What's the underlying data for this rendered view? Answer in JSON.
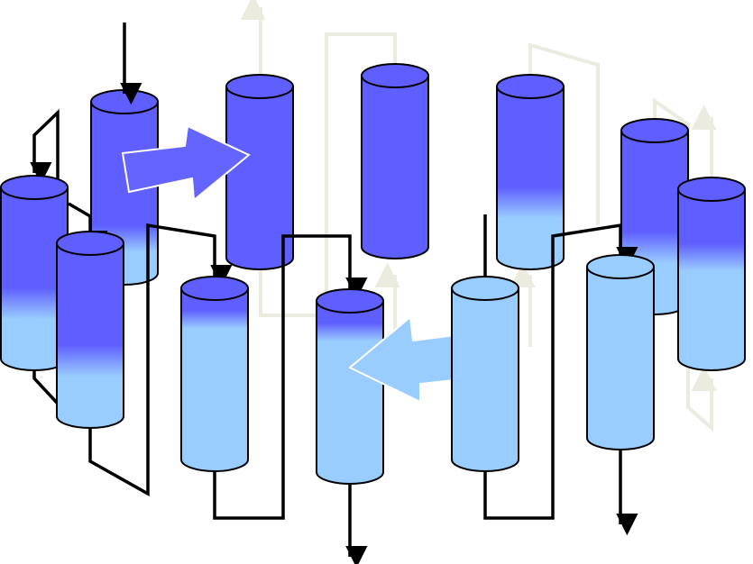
{
  "colors": {
    "background": "#ffffff",
    "helix_dark": "#5f5fff",
    "helix_light": "#99ccff",
    "connector": "#000000",
    "back_connector": "#ecebdf",
    "arrow_dark": "#6464ff",
    "arrow_light": "#99ccff",
    "outline": "#000000"
  },
  "helices": [
    {
      "id": "helix-1",
      "shade": "gradient"
    },
    {
      "id": "helix-2",
      "shade": "gradient"
    },
    {
      "id": "helix-3",
      "shade": "gradient"
    },
    {
      "id": "helix-4",
      "shade": "dark"
    },
    {
      "id": "helix-5",
      "shade": "gradient"
    },
    {
      "id": "helix-6",
      "shade": "gradient"
    },
    {
      "id": "helix-7",
      "shade": "light"
    },
    {
      "id": "helix-8",
      "shade": "light"
    },
    {
      "id": "helix-9",
      "shade": "gradient"
    },
    {
      "id": "helix-10",
      "shade": "dark"
    },
    {
      "id": "helix-11",
      "shade": "gradient"
    },
    {
      "id": "helix-12",
      "shade": "gradient"
    },
    {
      "id": "helix-13",
      "shade": "gradient"
    },
    {
      "id": "helix-14",
      "shade": "gradient"
    }
  ],
  "arrows": [
    {
      "id": "direction-arrow-right",
      "direction": "right",
      "shade": "dark"
    },
    {
      "id": "direction-arrow-left",
      "direction": "left",
      "shade": "light"
    }
  ]
}
